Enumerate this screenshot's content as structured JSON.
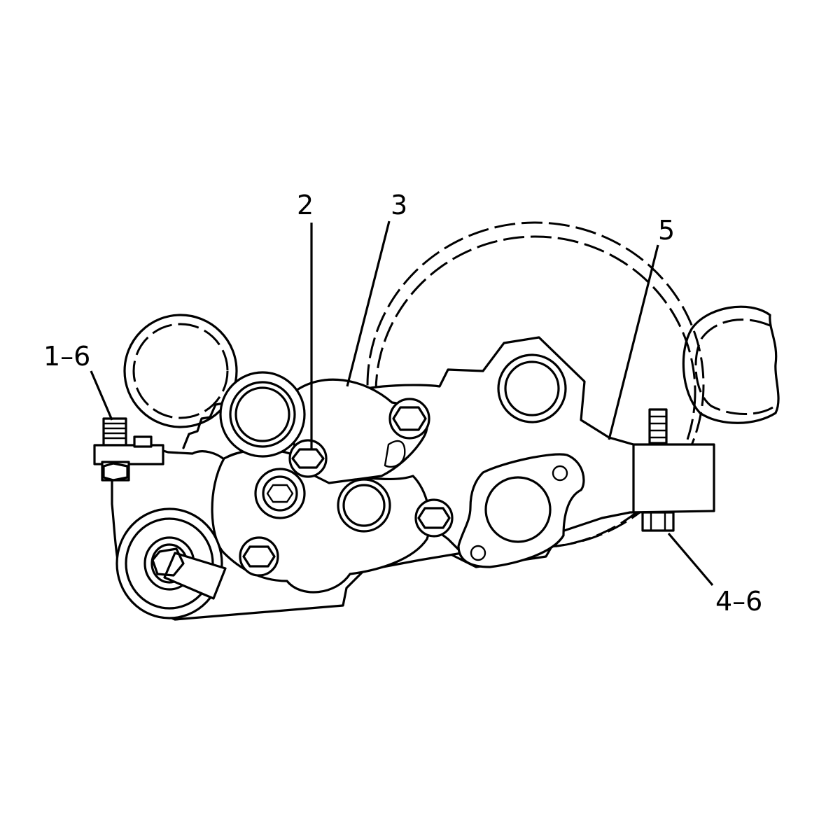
{
  "callouts": [
    {
      "id": "c1",
      "label": "1–6"
    },
    {
      "id": "c2",
      "label": "2"
    },
    {
      "id": "c3",
      "label": "3"
    },
    {
      "id": "c4",
      "label": "4–6"
    },
    {
      "id": "c5",
      "label": "5"
    }
  ]
}
